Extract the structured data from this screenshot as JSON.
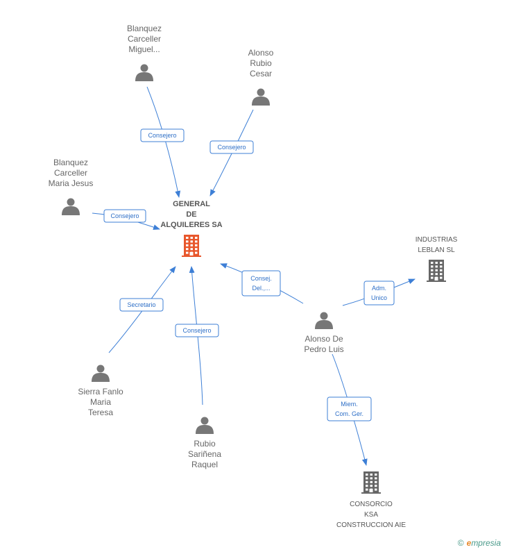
{
  "colors": {
    "edge": "#3d7fd6",
    "person": "#777777",
    "main_company": "#e8572c",
    "company": "#666666"
  },
  "nodes": {
    "main": {
      "type": "company-main",
      "lines": [
        "GENERAL",
        "DE",
        "ALQUILERES SA"
      ]
    },
    "leblan": {
      "type": "company",
      "lines": [
        "INDUSTRIAS",
        "LEBLAN SL"
      ]
    },
    "ksa": {
      "type": "company",
      "lines": [
        "CONSORCIO",
        "KSA",
        "CONSTRUCCION AIE"
      ]
    },
    "miguel": {
      "type": "person",
      "lines": [
        "Blanquez",
        "Carceller",
        "Miguel..."
      ]
    },
    "cesar": {
      "type": "person",
      "lines": [
        "Alonso",
        "Rubio",
        "Cesar"
      ]
    },
    "mjesus": {
      "type": "person",
      "lines": [
        "Blanquez",
        "Carceller",
        "Maria Jesus"
      ]
    },
    "teresa": {
      "type": "person",
      "lines": [
        "Sierra Fanlo",
        "Maria",
        "Teresa"
      ]
    },
    "raquel": {
      "type": "person",
      "lines": [
        "Rubio",
        "Sariñena",
        "Raquel"
      ]
    },
    "luis": {
      "type": "person",
      "lines": [
        "Alonso De",
        "Pedro Luis"
      ]
    }
  },
  "edges": [
    {
      "from": "miguel",
      "to": "main",
      "lines": [
        "Consejero"
      ]
    },
    {
      "from": "cesar",
      "to": "main",
      "lines": [
        "Consejero"
      ]
    },
    {
      "from": "mjesus",
      "to": "main",
      "lines": [
        "Consejero"
      ]
    },
    {
      "from": "teresa",
      "to": "main",
      "lines": [
        "Secretario"
      ]
    },
    {
      "from": "raquel",
      "to": "main",
      "lines": [
        "Consejero"
      ]
    },
    {
      "from": "luis",
      "to": "main",
      "lines": [
        "Consej.",
        "Del.,..."
      ]
    },
    {
      "from": "luis",
      "to": "leblan",
      "lines": [
        "Adm.",
        "Unico"
      ]
    },
    {
      "from": "luis",
      "to": "ksa",
      "lines": [
        "Miem.",
        "Com. Ger."
      ]
    }
  ],
  "footer": {
    "copyright": "©",
    "brand_first": "e",
    "brand_rest": "mpresia"
  }
}
